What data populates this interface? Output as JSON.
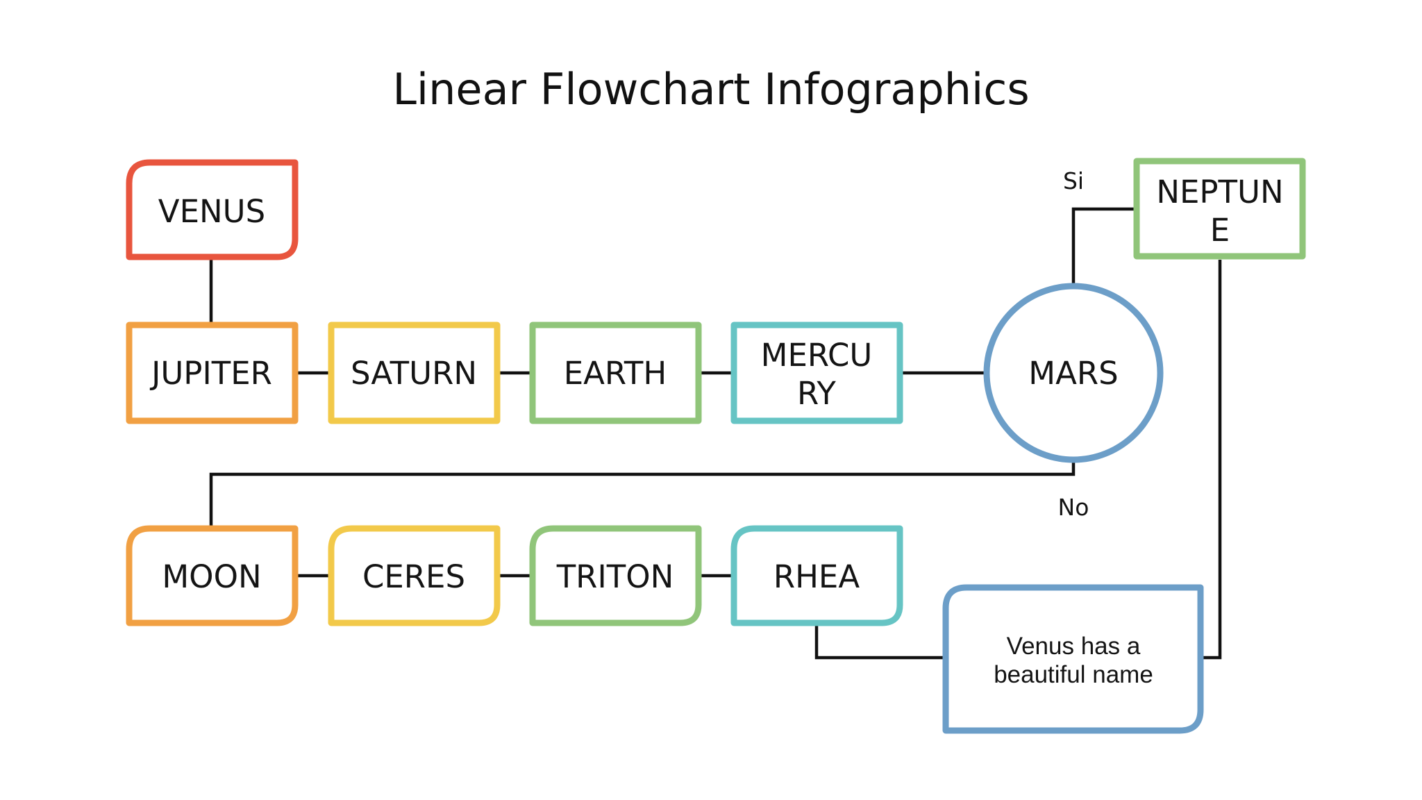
{
  "slide": {
    "title": "Linear Flowchart Infographics"
  },
  "nodes": {
    "venus": {
      "line1": "VENUS",
      "line2": "",
      "color": "#e8553e"
    },
    "jupiter": {
      "line1": "JUPITER",
      "line2": "",
      "color": "#f1a043"
    },
    "saturn": {
      "line1": "SATURN",
      "line2": "",
      "color": "#f2c94a"
    },
    "earth": {
      "line1": "EARTH",
      "line2": "",
      "color": "#90c57a"
    },
    "mercury": {
      "line1": "MERCU",
      "line2": "RY",
      "color": "#66c4c4"
    },
    "mars": {
      "line1": "MARS",
      "line2": "",
      "color": "#6c9ec8"
    },
    "neptune": {
      "line1": "NEPTUN",
      "line2": "E",
      "color": "#90c57a"
    },
    "moon": {
      "line1": "MOON",
      "line2": "",
      "color": "#f1a043"
    },
    "ceres": {
      "line1": "CERES",
      "line2": "",
      "color": "#f2c94a"
    },
    "triton": {
      "line1": "TRITON",
      "line2": "",
      "color": "#90c57a"
    },
    "rhea": {
      "line1": "RHEA",
      "line2": "",
      "color": "#66c4c4"
    }
  },
  "note": {
    "line1": "Venus has a",
    "line2": "beautiful name",
    "color": "#6c9ec8"
  },
  "branches": {
    "yes": "Si",
    "no": "No"
  },
  "connector_color": "#111111"
}
